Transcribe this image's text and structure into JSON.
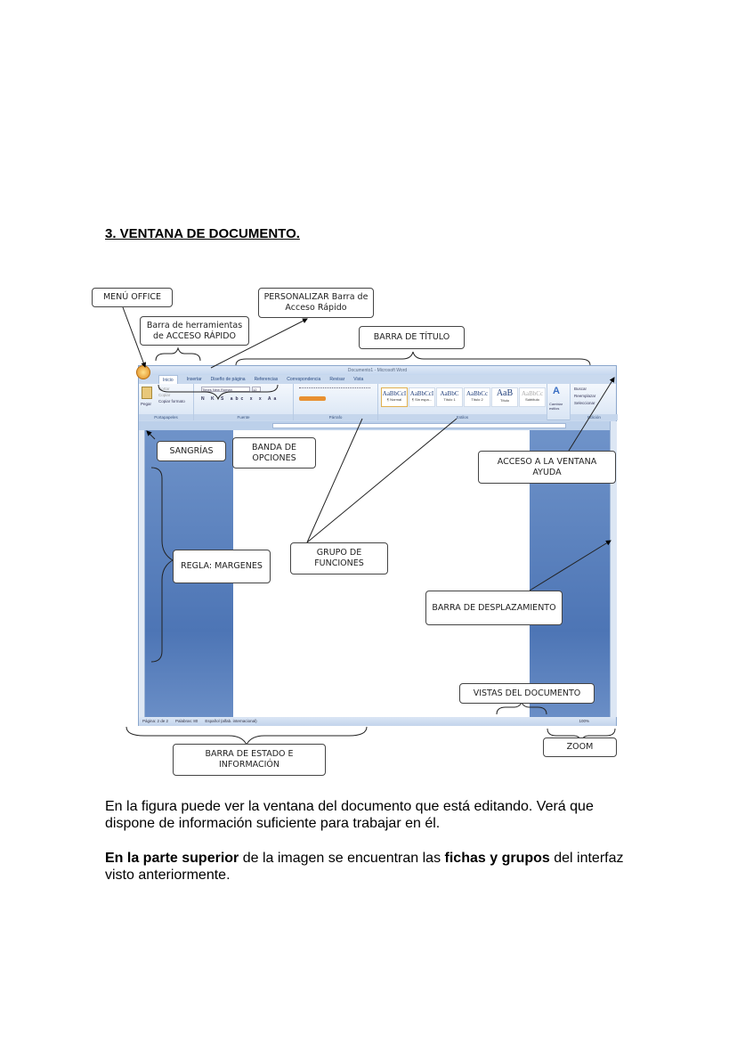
{
  "heading": "3. VENTANA DE DOCUMENTO.",
  "window": {
    "title": "Documento1 - Microsoft Word",
    "tabs": [
      "Inicio",
      "Insertar",
      "Diseño de página",
      "Referencias",
      "Correspondencia",
      "Revisar",
      "Vista"
    ],
    "clipboard": {
      "paste": "Pegar",
      "cut": "Cortar",
      "copy": "Copiar",
      "format_painter": "Copiar formato",
      "label": "Portapapeles"
    },
    "font": {
      "name": "Times New Roman",
      "size": "12",
      "label": "Fuente"
    },
    "paragraph": {
      "label": "Párrafo"
    },
    "styles": {
      "label": "Estilos",
      "items": [
        {
          "preview": "AaBbCcI",
          "name": "¶ Normal"
        },
        {
          "preview": "AaBbCcI",
          "name": "¶ Sin espa..."
        },
        {
          "preview": "AaBbC",
          "name": "Título 1"
        },
        {
          "preview": "AaBbCc",
          "name": "Título 2"
        },
        {
          "preview": "AaB",
          "name": "Título"
        },
        {
          "preview": "AaBbCc",
          "name": "Subtítulo"
        }
      ],
      "change": "Cambiar estilos"
    },
    "editing": {
      "label": "Edición",
      "find": "Buscar",
      "replace": "Reemplazar",
      "select": "Seleccionar"
    },
    "status": {
      "page": "Página: 2 de 2",
      "words": "Palabras: 80",
      "language": "Español (alfab. internacional)",
      "zoom": "100%"
    }
  },
  "callouts": {
    "menu_office": "MENÚ OFFICE",
    "quick_access": "Barra de herramientas de ACCESO RÁPIDO",
    "customize": "PERSONALIZAR Barra de Acceso Rápido",
    "title_bar": "BARRA DE TÍTULO",
    "indents": "SANGRÍAS",
    "ribbon": "BANDA DE OPCIONES",
    "help": "ACCESO A LA VENTANA AYUDA",
    "groups": "GRUPO DE FUNCIONES",
    "ruler": "REGLA: MARGENES",
    "scrollbar": "BARRA DE DESPLAZAMIENTO",
    "views": "VISTAS DEL DOCUMENTO",
    "zoom": "ZOOM",
    "status_bar": "BARRA DE ESTADO E INFORMACIÓN"
  },
  "body": {
    "p1": "En la figura puede ver la ventana del documento que está editando. Verá que dispone de información suficiente para trabajar en él.",
    "p2_b1": "En la parte superior",
    "p2_t1": " de la imagen se encuentran las ",
    "p2_b2": "fichas y grupos",
    "p2_t2": " del interfaz visto anteriormente."
  }
}
